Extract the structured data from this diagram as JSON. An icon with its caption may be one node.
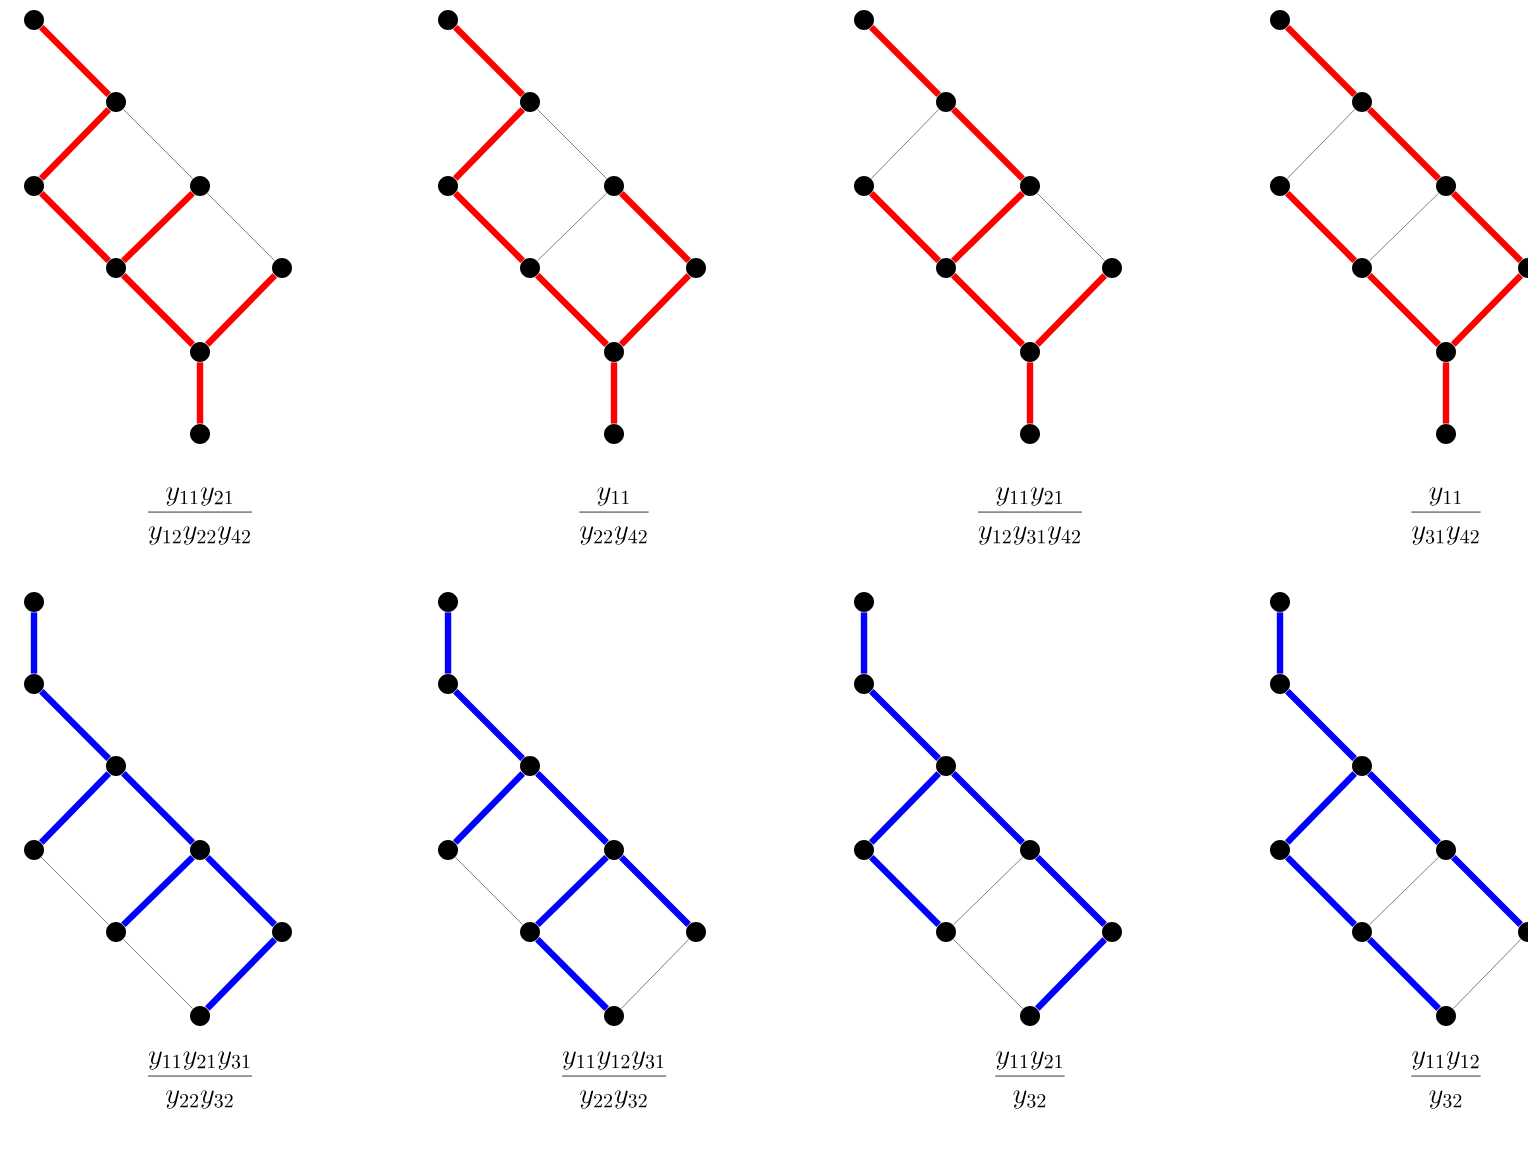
{
  "diagram": {
    "nodes": [
      {
        "text": [],
        "shape": "circle"
      },
      {
        "text": [],
        "shape": "circle"
      },
      {
        "text": [],
        "shape": "circle"
      },
      {
        "text": [],
        "shape": "circle"
      },
      {
        "text": [],
        "shape": "circle"
      },
      {
        "text": [],
        "shape": "circle"
      },
      {
        "text": [],
        "shape": "circle"
      },
      {
        "text": [],
        "shape": "circle"
      },
      {
        "text": [],
        "shape": "circle"
      },
      {
        "text": [],
        "shape": "circle"
      },
      {
        "text": [],
        "shape": "circle"
      },
      {
        "text": [],
        "shape": "circle"
      },
      {
        "text": [],
        "shape": "circle"
      },
      {
        "text": [],
        "shape": "circle"
      },
      {
        "text": [],
        "shape": "circle"
      },
      {
        "text": [],
        "shape": "circle"
      },
      {
        "text": [],
        "shape": "circle"
      },
      {
        "text": [],
        "shape": "circle"
      },
      {
        "text": [],
        "shape": "circle"
      },
      {
        "text": [],
        "shape": "circle"
      },
      {
        "text": [],
        "shape": "circle"
      },
      {
        "text": [],
        "shape": "circle"
      },
      {
        "text": [],
        "shape": "circle"
      },
      {
        "text": [],
        "shape": "circle"
      },
      {
        "text": [],
        "shape": "circle"
      },
      {
        "text": [],
        "shape": "circle"
      },
      {
        "text": [],
        "shape": "circle"
      },
      {
        "text": [],
        "shape": "circle"
      },
      {
        "text": [],
        "shape": "circle"
      },
      {
        "text": [],
        "shape": "circle"
      },
      {
        "text": [],
        "shape": "circle"
      },
      {
        "text": [],
        "shape": "circle"
      },
      {
        "text": [],
        "shape": "circle"
      },
      {
        "text": [],
        "shape": "circle"
      },
      {
        "text": [],
        "shape": "circle"
      },
      {
        "text": [],
        "shape": "circle"
      },
      {
        "text": [],
        "shape": "circle"
      },
      {
        "text": [],
        "shape": "circle"
      },
      {
        "text": [],
        "shape": "circle"
      },
      {
        "text": [],
        "shape": "circle"
      },
      {
        "text": [],
        "shape": "circle"
      },
      {
        "text": [],
        "shape": "circle"
      },
      {
        "text": [],
        "shape": "circle"
      },
      {
        "text": [],
        "shape": "circle"
      },
      {
        "text": [],
        "shape": "circle"
      },
      {
        "text": [],
        "shape": "circle"
      },
      {
        "text": [],
        "shape": "circle"
      },
      {
        "text": [],
        "shape": "circle"
      },
      {
        "text": [],
        "shape": "circle"
      },
      {
        "text": [],
        "shape": "circle"
      },
      {
        "text": [],
        "shape": "circle"
      },
      {
        "text": [],
        "shape": "circle"
      },
      {
        "text": [],
        "shape": "circle"
      },
      {
        "text": [],
        "shape": "circle"
      },
      {
        "text": [],
        "shape": "circle"
      },
      {
        "text": [],
        "shape": "circle"
      },
      {
        "text": [],
        "shape": "circle"
      },
      {
        "text": [],
        "shape": "circle"
      },
      {
        "text": [],
        "shape": "circle"
      },
      {
        "text": [],
        "shape": "circle"
      },
      {
        "text": [],
        "shape": "circle"
      },
      {
        "text": [],
        "shape": "circle"
      },
      {
        "text": [],
        "shape": "circle"
      },
      {
        "text": [],
        "shape": "circle"
      }
    ],
    "edges": [
      {
        "from": 0,
        "to": 1,
        "arrow": "none",
        "color": "#ff0000"
      },
      {
        "from": 1,
        "to": 2,
        "arrow": "none",
        "color": "#ff0000"
      },
      {
        "from": 1,
        "to": 3,
        "arrow": "none",
        "color": "#808080"
      },
      {
        "from": 2,
        "to": 4,
        "arrow": "none",
        "color": "#ff0000"
      },
      {
        "from": 3,
        "to": 4,
        "arrow": "none",
        "color": "#ff0000"
      },
      {
        "from": 3,
        "to": 5,
        "arrow": "none",
        "color": "#808080"
      },
      {
        "from": 4,
        "to": 6,
        "arrow": "none",
        "color": "#ff0000"
      },
      {
        "from": 5,
        "to": 6,
        "arrow": "none",
        "color": "#ff0000"
      },
      {
        "from": 6,
        "to": 7,
        "arrow": "none",
        "color": "#ff0000"
      },
      {
        "from": 8,
        "to": 9,
        "arrow": "none",
        "color": "#ff0000"
      },
      {
        "from": 9,
        "to": 10,
        "arrow": "none",
        "color": "#ff0000"
      },
      {
        "from": 9,
        "to": 11,
        "arrow": "none",
        "color": "#808080"
      },
      {
        "from": 10,
        "to": 12,
        "arrow": "none",
        "color": "#ff0000"
      },
      {
        "from": 11,
        "to": 12,
        "arrow": "none",
        "color": "#808080"
      },
      {
        "from": 11,
        "to": 13,
        "arrow": "none",
        "color": "#ff0000"
      },
      {
        "from": 12,
        "to": 14,
        "arrow": "none",
        "color": "#ff0000"
      },
      {
        "from": 13,
        "to": 14,
        "arrow": "none",
        "color": "#ff0000"
      },
      {
        "from": 14,
        "to": 15,
        "arrow": "none",
        "color": "#ff0000"
      },
      {
        "from": 16,
        "to": 17,
        "arrow": "none",
        "color": "#ff0000"
      },
      {
        "from": 17,
        "to": 18,
        "arrow": "none",
        "color": "#808080"
      },
      {
        "from": 17,
        "to": 19,
        "arrow": "none",
        "color": "#ff0000"
      },
      {
        "from": 18,
        "to": 20,
        "arrow": "none",
        "color": "#ff0000"
      },
      {
        "from": 19,
        "to": 20,
        "arrow": "none",
        "color": "#ff0000"
      },
      {
        "from": 19,
        "to": 21,
        "arrow": "none",
        "color": "#808080"
      },
      {
        "from": 20,
        "to": 22,
        "arrow": "none",
        "color": "#ff0000"
      },
      {
        "from": 21,
        "to": 22,
        "arrow": "none",
        "color": "#ff0000"
      },
      {
        "from": 22,
        "to": 23,
        "arrow": "none",
        "color": "#ff0000"
      },
      {
        "from": 24,
        "to": 25,
        "arrow": "none",
        "color": "#ff0000"
      },
      {
        "from": 25,
        "to": 26,
        "arrow": "none",
        "color": "#808080"
      },
      {
        "from": 25,
        "to": 27,
        "arrow": "none",
        "color": "#ff0000"
      },
      {
        "from": 26,
        "to": 28,
        "arrow": "none",
        "color": "#ff0000"
      },
      {
        "from": 27,
        "to": 28,
        "arrow": "none",
        "color": "#808080"
      },
      {
        "from": 27,
        "to": 29,
        "arrow": "none",
        "color": "#ff0000"
      },
      {
        "from": 28,
        "to": 30,
        "arrow": "none",
        "color": "#ff0000"
      },
      {
        "from": 29,
        "to": 30,
        "arrow": "none",
        "color": "#ff0000"
      },
      {
        "from": 30,
        "to": 31,
        "arrow": "none",
        "color": "#ff0000"
      },
      {
        "from": 32,
        "to": 33,
        "arrow": "none",
        "color": "#0000ff"
      },
      {
        "from": 33,
        "to": 34,
        "arrow": "none",
        "color": "#0000ff"
      },
      {
        "from": 34,
        "to": 35,
        "arrow": "none",
        "color": "#0000ff"
      },
      {
        "from": 34,
        "to": 36,
        "arrow": "none",
        "color": "#0000ff"
      },
      {
        "from": 35,
        "to": 37,
        "arrow": "none",
        "color": "#808080"
      },
      {
        "from": 36,
        "to": 37,
        "arrow": "none",
        "color": "#0000ff"
      },
      {
        "from": 36,
        "to": 38,
        "arrow": "none",
        "color": "#0000ff"
      },
      {
        "from": 37,
        "to": 39,
        "arrow": "none",
        "color": "#808080"
      },
      {
        "from": 38,
        "to": 39,
        "arrow": "none",
        "color": "#0000ff"
      },
      {
        "from": 40,
        "to": 41,
        "arrow": "none",
        "color": "#0000ff"
      },
      {
        "from": 41,
        "to": 42,
        "arrow": "none",
        "color": "#0000ff"
      },
      {
        "from": 42,
        "to": 43,
        "arrow": "none",
        "color": "#0000ff"
      },
      {
        "from": 42,
        "to": 44,
        "arrow": "none",
        "color": "#0000ff"
      },
      {
        "from": 43,
        "to": 45,
        "arrow": "none",
        "color": "#808080"
      },
      {
        "from": 44,
        "to": 45,
        "arrow": "none",
        "color": "#0000ff"
      },
      {
        "from": 44,
        "to": 46,
        "arrow": "none",
        "color": "#0000ff"
      },
      {
        "from": 45,
        "to": 47,
        "arrow": "none",
        "color": "#0000ff"
      },
      {
        "from": 46,
        "to": 47,
        "arrow": "none",
        "color": "#808080"
      },
      {
        "from": 48,
        "to": 49,
        "arrow": "none",
        "color": "#0000ff"
      },
      {
        "from": 49,
        "to": 50,
        "arrow": "none",
        "color": "#0000ff"
      },
      {
        "from": 50,
        "to": 51,
        "arrow": "none",
        "color": "#0000ff"
      },
      {
        "from": 50,
        "to": 52,
        "arrow": "none",
        "color": "#0000ff"
      },
      {
        "from": 51,
        "to": 53,
        "arrow": "none",
        "color": "#0000ff"
      },
      {
        "from": 52,
        "to": 53,
        "arrow": "none",
        "color": "#808080"
      },
      {
        "from": 52,
        "to": 54,
        "arrow": "none",
        "color": "#0000ff"
      },
      {
        "from": 53,
        "to": 55,
        "arrow": "none",
        "color": "#808080"
      },
      {
        "from": 54,
        "to": 55,
        "arrow": "none",
        "color": "#0000ff"
      },
      {
        "from": 56,
        "to": 57,
        "arrow": "none",
        "color": "#0000ff"
      },
      {
        "from": 57,
        "to": 58,
        "arrow": "none",
        "color": "#0000ff"
      },
      {
        "from": 58,
        "to": 59,
        "arrow": "none",
        "color": "#0000ff"
      },
      {
        "from": 58,
        "to": 60,
        "arrow": "none",
        "color": "#0000ff"
      },
      {
        "from": 59,
        "to": 61,
        "arrow": "none",
        "color": "#0000ff"
      },
      {
        "from": 60,
        "to": 61,
        "arrow": "none",
        "color": "#808080"
      },
      {
        "from": 60,
        "to": 62,
        "arrow": "none",
        "color": "#0000ff"
      },
      {
        "from": 61,
        "to": 63,
        "arrow": "none",
        "color": "#0000ff"
      },
      {
        "from": 62,
        "to": 63,
        "arrow": "none",
        "color": "#808080"
      }
    ],
    "labels": [
      "\\frac{y_{11}y_{21}}{y_{12}y_{22}y_{42}}",
      "\\frac{y_{11}}{y_{22}y_{42}}",
      "\\frac{y_{11}y_{21}}{y_{12}y_{31}y_{42}}",
      "\\frac{y_{11}}{y_{31}y_{42}}",
      "\\frac{y_{11}y_{21}y_{31}}{y_{22}y_{32}}",
      "\\frac{y_{11}y_{12}y_{31}}{y_{22}y_{32}}",
      "\\frac{y_{11}y_{21}}{y_{32}}",
      "\\frac{y_{11}y_{12}}{y_{32}}"
    ]
  }
}
